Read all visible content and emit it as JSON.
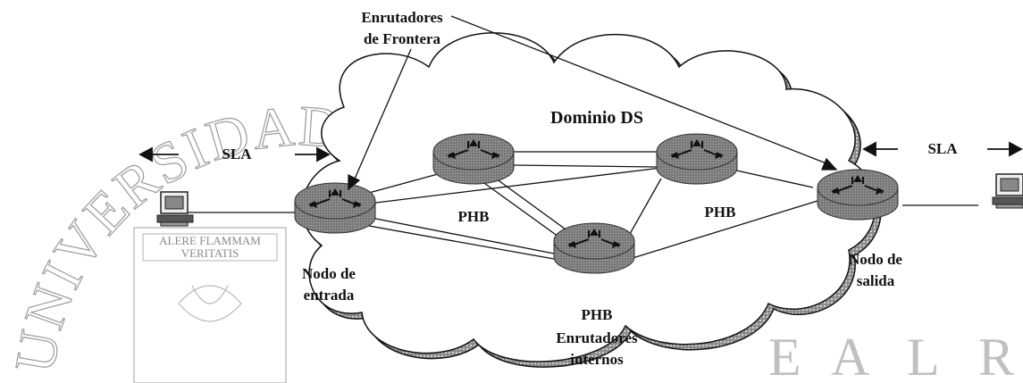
{
  "watermark": {
    "arc_text": "UNIVERSIDAD AUTÓNOMA DE NUEVO LEÓN",
    "motto_line1": "ALERE FLAMMAM",
    "motto_line2": "VERITATIS"
  },
  "labels": {
    "border_routers_line1": "Enrutadores",
    "border_routers_line2": "de Frontera",
    "domain": "Dominio DS",
    "sla_left": "SLA",
    "sla_right": "SLA",
    "phb_left": "PHB",
    "phb_right": "PHB",
    "phb_center": "PHB",
    "internal_routers_line1": "Enrutadores",
    "internal_routers_line2": "internos",
    "entry_node_line1": "Nodo de",
    "entry_node_line2": "entrada",
    "exit_node_line1": "Nodo de",
    "exit_node_line2": "salida"
  },
  "colors": {
    "router_fill": "#7d7d7d",
    "cloud_shadow": "#8c8c8c",
    "line": "#111111"
  }
}
